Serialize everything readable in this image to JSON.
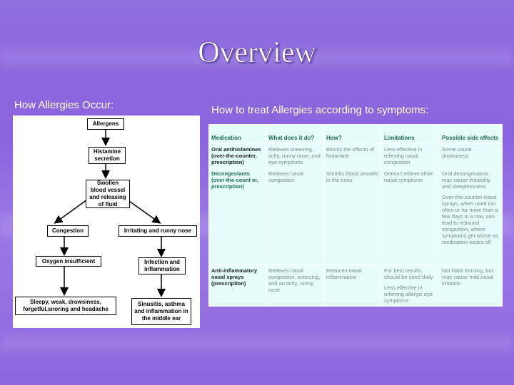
{
  "slide": {
    "title": "Overview",
    "left_subtitle": "How Allergies Occur:",
    "right_subtitle": "How to treat Allergies according to symptoms:"
  },
  "flowchart": {
    "allergens": "Allergens",
    "histamine": "Histamine secretion",
    "swollen": "Swollen blood vessel and releasing of fluid",
    "congestion": "Congestion",
    "irritating": "Irritating and runny nose",
    "oxygen": "Oxygen insufficient",
    "infection": "Infection and inflammation",
    "sleepy": "Sleepy, weak, drowsiness, forgetful,snoring and headache",
    "sinusitis": "Sinusitis, asthma and inflammation in the middle ear"
  },
  "table": {
    "headers": [
      "Medication",
      "What does it do?",
      "How?",
      "Limitations",
      "Possible side effects"
    ],
    "rows": [
      {
        "medication": "Oral antihistamines (over-the-counter, prescription)",
        "what": "Relieves sneezing, itchy, runny nose, and eye symptoms",
        "how": "Blocks the effects of histamine",
        "limitations": "Less effective in relieving nasal congestion",
        "side": "Some cause drowsiness"
      },
      {
        "medication": "Decongestants (over-the-count er, prescription)",
        "what": "Relieves nasal congestion",
        "how": "Shrinks blood vessels in the nose",
        "limitations": "Doesn't relieve other nasal symptoms",
        "side": "Oral decongestants may cause irritability and sleeplessness",
        "side2": "Over-the-counter nasal sprays, when used too often or for more than a few days in a row, can lead to rebound congestion, where symptoms get worse as medication wears off"
      },
      {
        "medication": "Anti-inflammatory nasal sprays (prescription)",
        "what": "Relieves nasal congestion, sneezing, and an itchy, runny nose",
        "how": "Reduces nasal inflammation",
        "limitations": "For best results, should be used daily",
        "limitations2": "Less effective in relieving allergic eye symptoms",
        "side": "Not habit forming, but may cause mild nasal irritation"
      }
    ]
  }
}
